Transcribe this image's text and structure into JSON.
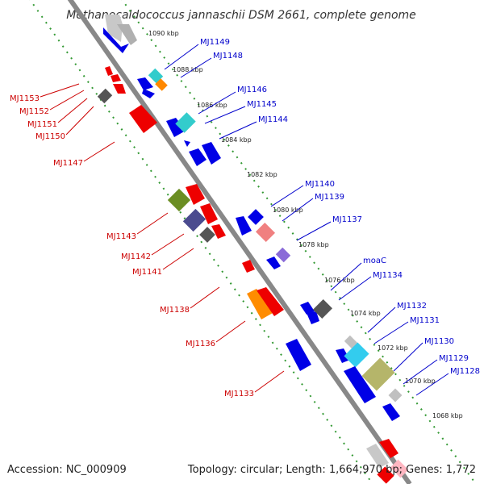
{
  "title": "Methanocaldococcus jannaschii DSM 2661, complete genome",
  "footer": {
    "accession": "Accession: NC_000909",
    "summary": "Topology: circular; Length: 1,664,970 bp; Genes: 1,772"
  },
  "kbp_labels": [
    "1090 kbp",
    "1088 kbp",
    "1086 kbp",
    "1084 kbp",
    "1082 kbp",
    "1080 kbp",
    "1078 kbp",
    "1076 kbp",
    "1074 kbp",
    "1072 kbp",
    "1070 kbp",
    "1068 kbp"
  ],
  "plus_strand_genes": [
    "MJ1149",
    "MJ1148",
    "MJ1146",
    "MJ1145",
    "MJ1144",
    "MJ1140",
    "MJ1139",
    "MJ1137",
    "moaC",
    "MJ1134",
    "MJ1132",
    "MJ1131",
    "MJ1130",
    "MJ1129",
    "MJ1128"
  ],
  "minus_strand_genes": [
    "MJ1153",
    "MJ1152",
    "MJ1151",
    "MJ1150",
    "MJ1147",
    "MJ1143",
    "MJ1142",
    "MJ1141",
    "MJ1138",
    "MJ1136",
    "MJ1133"
  ],
  "colors": {
    "plus_label": "#0000cc",
    "minus_label": "#cc0000",
    "backbone": "#888888",
    "ticks": "#339933"
  }
}
